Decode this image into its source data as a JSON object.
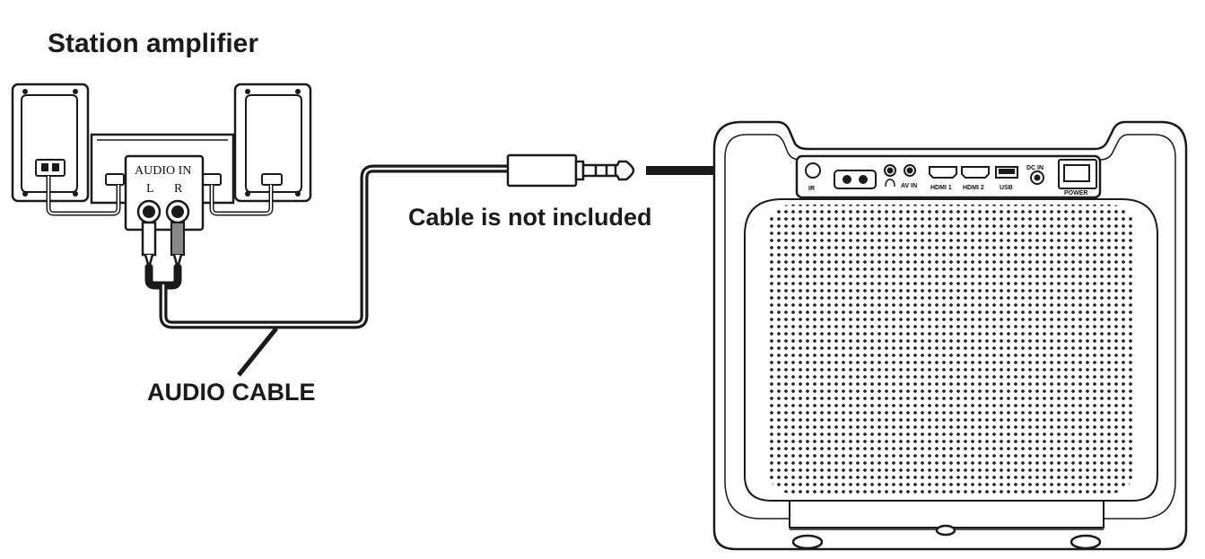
{
  "title": "Station amplifier",
  "amplifier": {
    "input_label": "AUDIO IN",
    "left_label": "L",
    "right_label": "R"
  },
  "cable_note": "Cable is not included",
  "cable_label": "AUDIO CABLE",
  "projector": {
    "ports": {
      "ir": "IR",
      "av_in": "AV IN",
      "hdmi1": "HDMI 1",
      "hdmi2": "HDMI 2",
      "usb": "USB",
      "dc_in": "DC IN",
      "power": "POWER"
    }
  },
  "colors": {
    "line": "#1a1a1a",
    "background": "#ffffff"
  }
}
